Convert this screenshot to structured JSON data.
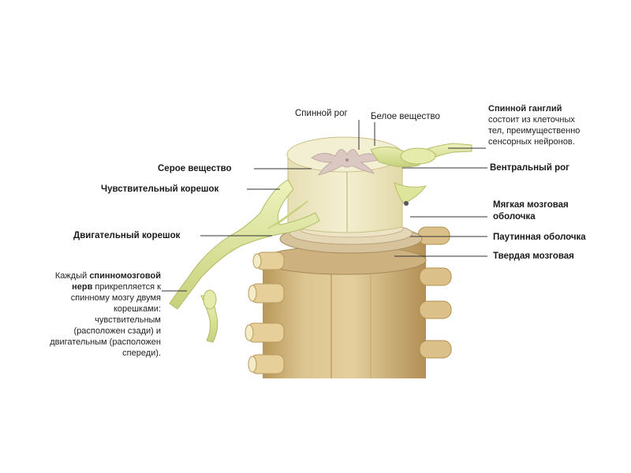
{
  "labels": {
    "dorsal_horn": "Спинной рог",
    "white_matter": "Белое вещество",
    "gray_matter": "Серое вещество",
    "sensory_root": "Чувствительный корешок",
    "motor_root": "Двигательный корешок",
    "ventral_horn": "Вентральный рог",
    "pia_mater_line1": "Мягкая мозговая",
    "pia_mater_line2": "оболочка",
    "arachnoid": "Паутинная оболочка",
    "dura_mater": "Твердая мозговая"
  },
  "ganglion": {
    "title": "Спинной ганглий",
    "line1": "состоит из клеточных",
    "line2": "тел, преимущественно",
    "line3": "сенсорных нейронов."
  },
  "description": {
    "part1": "Каждый ",
    "strong1": "спинномозговой",
    "strong2": "нерв",
    "part2": " прикрепляется к",
    "line3": "спинному мозгу двумя",
    "line4": "корешками:",
    "line5": "чувствительным",
    "line6": "(расположен сзади) и",
    "line7": "двигательным (расположен",
    "line8": "спереди)."
  },
  "colors": {
    "column": "#d8c28e",
    "column_dark": "#b89a5e",
    "white_matter": "#f1eccb",
    "gray_matter": "#d9c6c2",
    "nerve": "#dfe7a0",
    "nerve_dark": "#b9c46a",
    "meninges": "#c9b58a"
  }
}
